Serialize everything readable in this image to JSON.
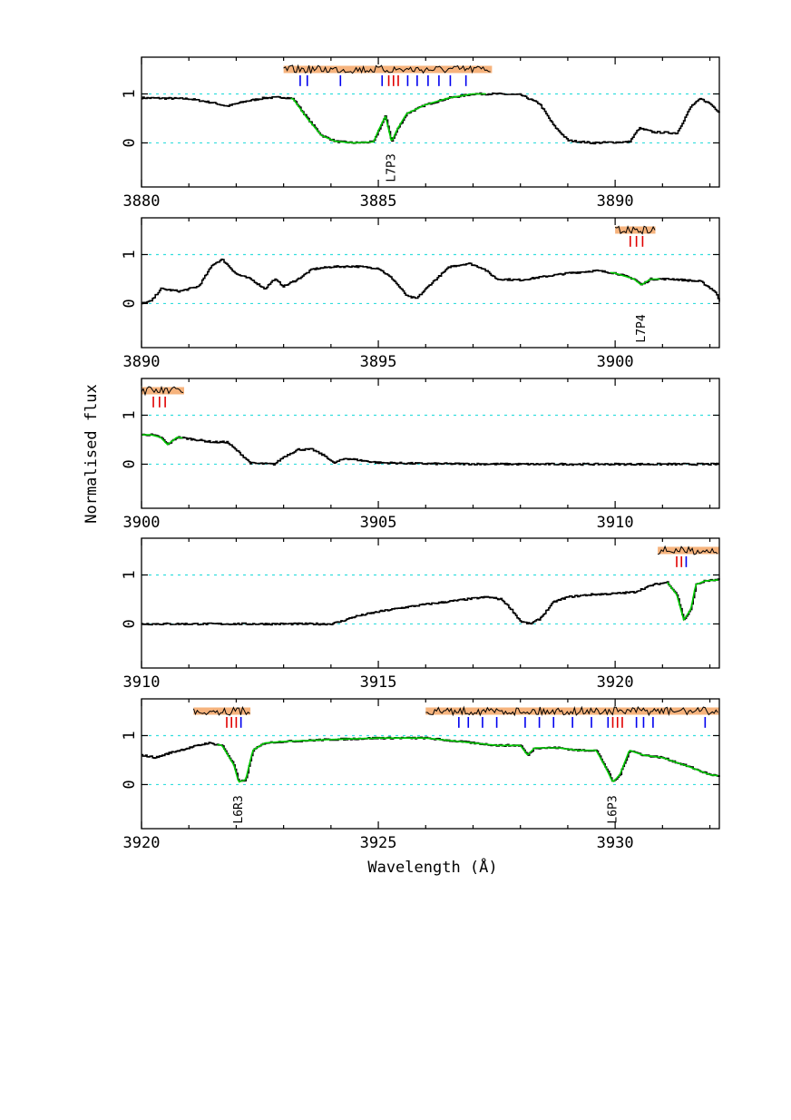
{
  "chart_data": [
    {
      "type": "line",
      "xlim": [
        3880,
        3892.2
      ],
      "ylim": [
        -0.9,
        1.75
      ],
      "xticks": [
        3880,
        3885,
        3890
      ],
      "yticks": [
        0,
        1
      ],
      "xtick_labels": [
        "3880",
        "3885",
        "3890"
      ],
      "ytick_labels": [
        "0",
        "1"
      ],
      "xlabel": "",
      "ylabel": "",
      "grid_levels": [
        0,
        1
      ],
      "profile": [
        [
          3880,
          0.92
        ],
        [
          3881,
          0.9
        ],
        [
          3881.5,
          0.82
        ],
        [
          3881.8,
          0.75
        ],
        [
          3882.2,
          0.85
        ],
        [
          3882.6,
          0.92
        ],
        [
          3883,
          0.93
        ],
        [
          3883.2,
          0.9
        ],
        [
          3883.5,
          0.5
        ],
        [
          3883.8,
          0.15
        ],
        [
          3884.1,
          0.03
        ],
        [
          3884.5,
          0.0
        ],
        [
          3884.9,
          0.02
        ],
        [
          3885.0,
          0.25
        ],
        [
          3885.15,
          0.55
        ],
        [
          3885.28,
          0.02
        ],
        [
          3885.4,
          0.28
        ],
        [
          3885.6,
          0.6
        ],
        [
          3886,
          0.78
        ],
        [
          3886.5,
          0.92
        ],
        [
          3887,
          1.0
        ],
        [
          3887.5,
          1.0
        ],
        [
          3888,
          0.98
        ],
        [
          3888.4,
          0.8
        ],
        [
          3888.7,
          0.35
        ],
        [
          3889,
          0.05
        ],
        [
          3889.5,
          0.0
        ],
        [
          3890.3,
          0.02
        ],
        [
          3890.5,
          0.3
        ],
        [
          3890.8,
          0.22
        ],
        [
          3891.3,
          0.2
        ],
        [
          3891.6,
          0.75
        ],
        [
          3891.8,
          0.9
        ],
        [
          3892,
          0.8
        ],
        [
          3892.2,
          0.62
        ]
      ],
      "fit": [
        3883.15,
        3887.3
      ],
      "residual_box": [
        3883.0,
        3887.4
      ],
      "ticks_red": [
        3885.22,
        3885.32,
        3885.42
      ],
      "ticks_blue": [
        3883.35,
        3883.5,
        3884.2,
        3885.08,
        3885.62,
        3885.82,
        3886.05,
        3886.28,
        3886.52,
        3886.85
      ],
      "labels": [
        {
          "text": "L7P3",
          "x": 3885.28
        }
      ]
    },
    {
      "type": "line",
      "xlim": [
        3890,
        3902.2
      ],
      "ylim": [
        -0.9,
        1.75
      ],
      "xticks": [
        3890,
        3895,
        3900
      ],
      "yticks": [
        0,
        1
      ],
      "xtick_labels": [
        "3890",
        "3895",
        "3900"
      ],
      "ytick_labels": [
        "0",
        "1"
      ],
      "xlabel": "",
      "ylabel": "",
      "grid_levels": [
        0,
        1
      ],
      "profile": [
        [
          3890,
          0.0
        ],
        [
          3890.2,
          0.05
        ],
        [
          3890.4,
          0.3
        ],
        [
          3890.8,
          0.25
        ],
        [
          3891.2,
          0.35
        ],
        [
          3891.5,
          0.8
        ],
        [
          3891.7,
          0.9
        ],
        [
          3892,
          0.6
        ],
        [
          3892.3,
          0.5
        ],
        [
          3892.6,
          0.3
        ],
        [
          3892.8,
          0.5
        ],
        [
          3893,
          0.35
        ],
        [
          3893.3,
          0.5
        ],
        [
          3893.6,
          0.7
        ],
        [
          3894,
          0.75
        ],
        [
          3894.5,
          0.76
        ],
        [
          3895,
          0.72
        ],
        [
          3895.3,
          0.5
        ],
        [
          3895.6,
          0.15
        ],
        [
          3895.8,
          0.1
        ],
        [
          3896.1,
          0.4
        ],
        [
          3896.5,
          0.75
        ],
        [
          3896.9,
          0.82
        ],
        [
          3897.2,
          0.72
        ],
        [
          3897.5,
          0.5
        ],
        [
          3898,
          0.48
        ],
        [
          3898.5,
          0.55
        ],
        [
          3899,
          0.62
        ],
        [
          3899.6,
          0.67
        ],
        [
          3900,
          0.62
        ],
        [
          3900.4,
          0.5
        ],
        [
          3900.55,
          0.38
        ],
        [
          3900.75,
          0.5
        ],
        [
          3901.2,
          0.5
        ],
        [
          3901.8,
          0.45
        ],
        [
          3902.1,
          0.25
        ],
        [
          3902.2,
          0.05
        ]
      ],
      "fit": [
        3899.9,
        3900.95
      ],
      "residual_box": [
        3900.0,
        3900.85
      ],
      "ticks_red": [
        3900.32,
        3900.45,
        3900.58
      ],
      "ticks_blue": [],
      "labels": [
        {
          "text": "L7P4",
          "x": 3900.55
        }
      ]
    },
    {
      "type": "line",
      "xlim": [
        3900,
        3912.2
      ],
      "ylim": [
        -0.9,
        1.75
      ],
      "xticks": [
        3900,
        3905,
        3910
      ],
      "yticks": [
        0,
        1
      ],
      "xtick_labels": [
        "3900",
        "3905",
        "3910"
      ],
      "ytick_labels": [
        "0",
        "1"
      ],
      "xlabel": "",
      "ylabel": "Normalised flux",
      "grid_levels": [
        0,
        1
      ],
      "profile": [
        [
          3900,
          0.6
        ],
        [
          3900.2,
          0.6
        ],
        [
          3900.4,
          0.55
        ],
        [
          3900.55,
          0.4
        ],
        [
          3900.75,
          0.55
        ],
        [
          3901,
          0.52
        ],
        [
          3901.5,
          0.45
        ],
        [
          3901.8,
          0.45
        ],
        [
          3902.1,
          0.2
        ],
        [
          3902.3,
          0.02
        ],
        [
          3902.8,
          0.0
        ],
        [
          3903,
          0.15
        ],
        [
          3903.3,
          0.3
        ],
        [
          3903.6,
          0.3
        ],
        [
          3903.9,
          0.15
        ],
        [
          3904.05,
          0.02
        ],
        [
          3904.3,
          0.12
        ],
        [
          3904.6,
          0.08
        ],
        [
          3905,
          0.03
        ],
        [
          3905.5,
          0.02
        ],
        [
          3906,
          0.01
        ],
        [
          3908,
          0.0
        ],
        [
          3912.2,
          0.0
        ]
      ],
      "fit": [
        3900,
        3900.9
      ],
      "residual_box": [
        3900,
        3900.9
      ],
      "ticks_red": [
        3900.25,
        3900.38,
        3900.5
      ],
      "ticks_blue": [],
      "labels": []
    },
    {
      "type": "line",
      "xlim": [
        3910,
        3922.2
      ],
      "ylim": [
        -0.9,
        1.75
      ],
      "xticks": [
        3910,
        3915,
        3920
      ],
      "yticks": [
        0,
        1
      ],
      "xtick_labels": [
        "3910",
        "3915",
        "3920"
      ],
      "ytick_labels": [
        "0",
        "1"
      ],
      "xlabel": "",
      "ylabel": "",
      "grid_levels": [
        0,
        1
      ],
      "profile": [
        [
          3910,
          0.0
        ],
        [
          3913,
          0.0
        ],
        [
          3914,
          0.0
        ],
        [
          3914.2,
          0.05
        ],
        [
          3914.5,
          0.15
        ],
        [
          3915,
          0.25
        ],
        [
          3915.5,
          0.33
        ],
        [
          3916,
          0.4
        ],
        [
          3916.5,
          0.46
        ],
        [
          3917,
          0.52
        ],
        [
          3917.3,
          0.55
        ],
        [
          3917.6,
          0.5
        ],
        [
          3917.8,
          0.3
        ],
        [
          3918,
          0.05
        ],
        [
          3918.2,
          0.0
        ],
        [
          3918.4,
          0.1
        ],
        [
          3918.7,
          0.45
        ],
        [
          3919,
          0.55
        ],
        [
          3919.5,
          0.6
        ],
        [
          3920,
          0.62
        ],
        [
          3920.4,
          0.65
        ],
        [
          3920.8,
          0.8
        ],
        [
          3921.1,
          0.85
        ],
        [
          3921.3,
          0.6
        ],
        [
          3921.45,
          0.08
        ],
        [
          3921.6,
          0.3
        ],
        [
          3921.7,
          0.8
        ],
        [
          3921.9,
          0.88
        ],
        [
          3922.2,
          0.9
        ]
      ],
      "fit": [
        3921.1,
        3922.2
      ],
      "residual_box": [
        3920.9,
        3922.2
      ],
      "ticks_red": [
        3921.3,
        3921.4
      ],
      "ticks_blue": [
        3921.5
      ],
      "labels": []
    },
    {
      "type": "line",
      "xlim": [
        3920,
        3932.2
      ],
      "ylim": [
        -0.9,
        1.75
      ],
      "xticks": [
        3920,
        3925,
        3930
      ],
      "yticks": [
        0,
        1
      ],
      "xtick_labels": [
        "3920",
        "3925",
        "3930"
      ],
      "ytick_labels": [
        "0",
        "1"
      ],
      "xlabel": "Wavelength (Å)",
      "ylabel": "",
      "grid_levels": [
        0,
        1
      ],
      "profile": [
        [
          3920,
          0.6
        ],
        [
          3920.3,
          0.55
        ],
        [
          3920.6,
          0.65
        ],
        [
          3921,
          0.75
        ],
        [
          3921.4,
          0.85
        ],
        [
          3921.7,
          0.8
        ],
        [
          3921.95,
          0.4
        ],
        [
          3922.05,
          0.05
        ],
        [
          3922.2,
          0.1
        ],
        [
          3922.35,
          0.7
        ],
        [
          3922.6,
          0.85
        ],
        [
          3923,
          0.88
        ],
        [
          3924,
          0.92
        ],
        [
          3925,
          0.95
        ],
        [
          3926,
          0.95
        ],
        [
          3926.5,
          0.9
        ],
        [
          3927,
          0.85
        ],
        [
          3927.5,
          0.8
        ],
        [
          3928,
          0.8
        ],
        [
          3928.15,
          0.6
        ],
        [
          3928.3,
          0.75
        ],
        [
          3928.8,
          0.75
        ],
        [
          3929.2,
          0.7
        ],
        [
          3929.6,
          0.7
        ],
        [
          3929.8,
          0.35
        ],
        [
          3929.95,
          0.05
        ],
        [
          3930.1,
          0.2
        ],
        [
          3930.3,
          0.7
        ],
        [
          3930.6,
          0.6
        ],
        [
          3931,
          0.55
        ],
        [
          3931.3,
          0.45
        ],
        [
          3931.6,
          0.35
        ],
        [
          3932,
          0.2
        ],
        [
          3932.2,
          0.18
        ]
      ],
      "fit": [
        3921.6,
        3932.2
      ],
      "residual_box_a": [
        3921.1,
        3922.3
      ],
      "residual_box": [
        3926.0,
        3932.2
      ],
      "ticks_red": [
        3921.8,
        3921.9,
        3922.0,
        3929.95,
        3930.05,
        3930.15
      ],
      "ticks_blue": [
        3922.1,
        3926.7,
        3926.9,
        3927.2,
        3927.5,
        3928.1,
        3928.4,
        3928.7,
        3929.1,
        3929.5,
        3929.85,
        3930.45,
        3930.6,
        3930.8,
        3931.9
      ],
      "labels": [
        {
          "text": "L6R3",
          "x": 3922.05
        },
        {
          "text": "L6P3",
          "x": 3929.95
        }
      ]
    }
  ],
  "colors": {
    "spectrum": "#000000",
    "fit": "#00cc00",
    "grid": "#33dddd",
    "residual_band": "#f6b37d",
    "tick_red": "#e00000",
    "tick_blue": "#0000ee"
  }
}
